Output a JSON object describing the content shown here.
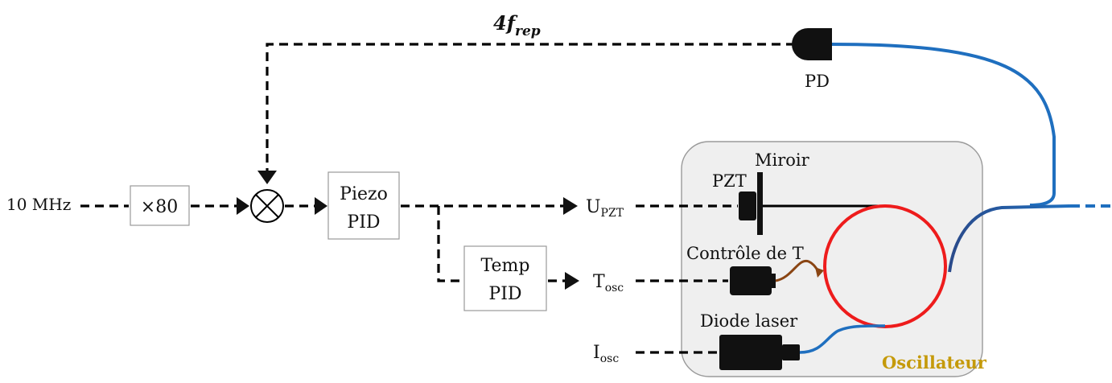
{
  "title": {
    "main": "4f",
    "sub": "rep"
  },
  "input_label": "10 MHz",
  "multiplier_label": "×80",
  "piezo_pid": {
    "line1": "Piezo",
    "line2": "PID"
  },
  "temp_pid": {
    "line1": "Temp",
    "line2": "PID"
  },
  "outputs": {
    "u_pzt": {
      "main": "U",
      "sub": "PZT"
    },
    "t_osc": {
      "main": "T",
      "sub": "osc"
    },
    "i_osc": {
      "main": "I",
      "sub": "osc"
    }
  },
  "oscillator": {
    "pzt_label": "PZT",
    "mirror_label": "Miroir",
    "temp_control_label": "Contrôle de T",
    "diode_label": "Diode laser",
    "name": "Oscillateur"
  },
  "photodiode_label": "PD",
  "colors": {
    "fiber": "#1f6fbf",
    "ring": "#ee1c1c",
    "thermal_link": "#8a4513",
    "oscillator_label": "#c59a0a",
    "panel": "#efefef"
  }
}
